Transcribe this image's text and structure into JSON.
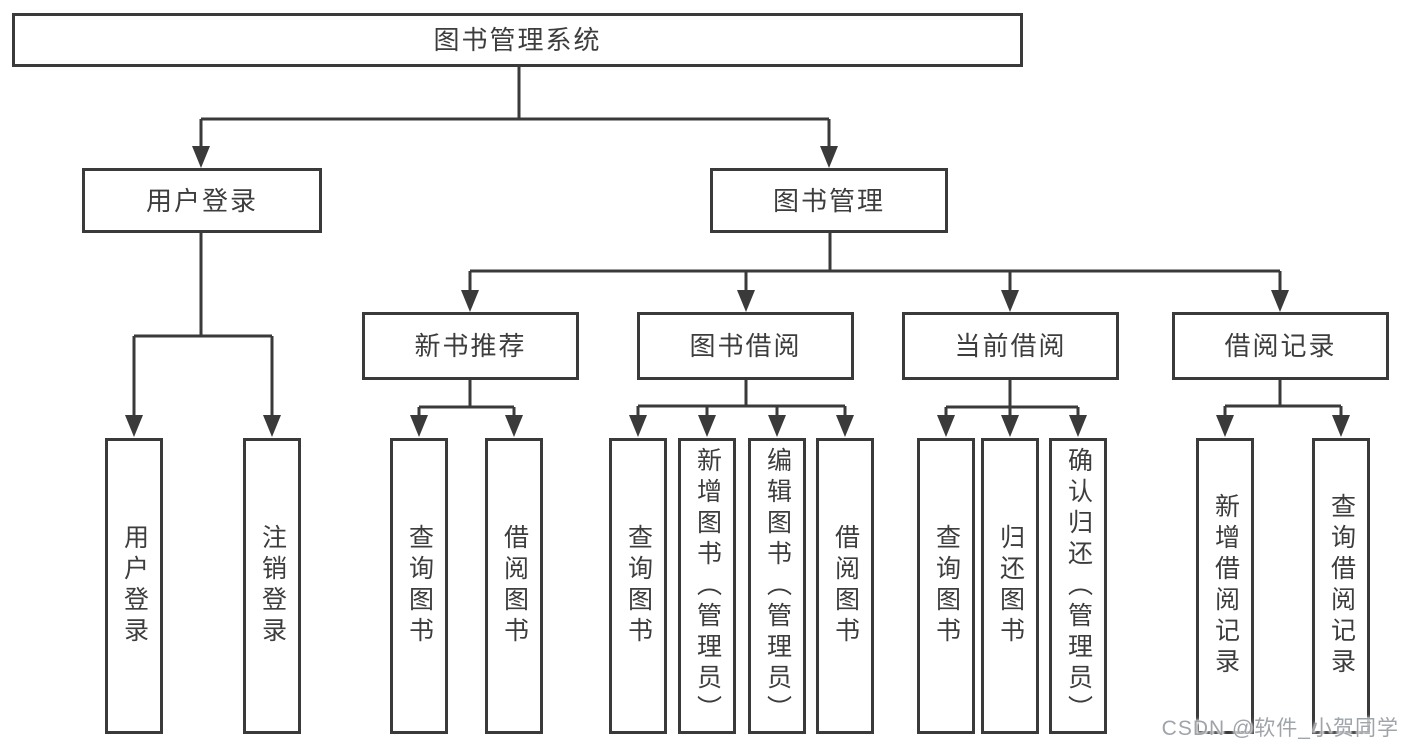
{
  "title": "图书管理系统",
  "watermark": {
    "text": "CSDN @软件_小贺同学",
    "color": "#9fa4aa"
  },
  "colors": {
    "line": "#3a3a3a",
    "text": "#3d3d3d",
    "box_bg": "#ffffff",
    "page_bg": "#ffffff"
  },
  "nodes": {
    "root": {
      "label": "图书管理系统",
      "children": [
        "user_login",
        "book_management"
      ]
    },
    "user_login": {
      "label": "用户登录",
      "children": [
        "leaf_user_login",
        "leaf_logout"
      ]
    },
    "book_management": {
      "label": "图书管理",
      "children": [
        "new_book_rec",
        "book_borrowing",
        "current_borrowing",
        "borrowing_records"
      ]
    },
    "new_book_rec": {
      "label": "新书推荐",
      "children": [
        "leaf_nb_query",
        "leaf_nb_borrow"
      ]
    },
    "book_borrowing": {
      "label": "图书借阅",
      "children": [
        "leaf_bb_query",
        "leaf_bb_add",
        "leaf_bb_edit",
        "leaf_bb_borrow"
      ]
    },
    "current_borrowing": {
      "label": "当前借阅",
      "children": [
        "leaf_cb_query",
        "leaf_cb_return",
        "leaf_cb_confirm"
      ]
    },
    "borrowing_records": {
      "label": "借阅记录",
      "children": [
        "leaf_br_add",
        "leaf_br_query"
      ]
    },
    "leaf_user_login": {
      "label": "用户登录",
      "children": []
    },
    "leaf_logout": {
      "label": "注销登录",
      "children": []
    },
    "leaf_nb_query": {
      "label": "查询图书",
      "children": []
    },
    "leaf_nb_borrow": {
      "label": "借阅图书",
      "children": []
    },
    "leaf_bb_query": {
      "label": "查询图书",
      "children": []
    },
    "leaf_bb_add": {
      "label": "新增图书（管理员）",
      "children": []
    },
    "leaf_bb_edit": {
      "label": "编辑图书（管理员）",
      "children": []
    },
    "leaf_bb_borrow": {
      "label": "借阅图书",
      "children": []
    },
    "leaf_cb_query": {
      "label": "查询图书",
      "children": []
    },
    "leaf_cb_return": {
      "label": "归还图书",
      "children": []
    },
    "leaf_cb_confirm": {
      "label": "确认归还（管理员）",
      "children": []
    },
    "leaf_br_add": {
      "label": "新增借阅记录",
      "children": []
    },
    "leaf_br_query": {
      "label": "查询借阅记录",
      "children": []
    }
  }
}
